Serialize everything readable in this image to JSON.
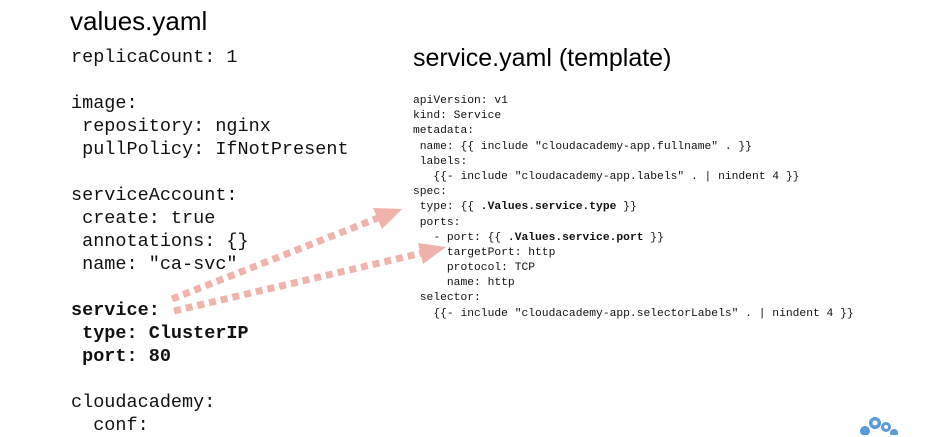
{
  "left": {
    "title": "values.yaml",
    "lines": [
      "replicaCount: 1",
      "",
      "image:",
      " repository: nginx",
      " pullPolicy: IfNotPresent",
      "",
      "serviceAccount:",
      " create: true",
      " annotations: {}",
      " name: \"ca-svc\"",
      "",
      "service:",
      " type: ClusterIP",
      " port: 80",
      "",
      "cloudacademy:",
      "  conf:"
    ]
  },
  "right": {
    "title": "service.yaml (template)",
    "lines": {
      "l1": "apiVersion: v1",
      "l2": "kind: Service",
      "l3": "metadata:",
      "l4": " name: {{ include \"cloudacademy-app.fullname\" . }}",
      "l5": " labels:",
      "l6": "   {{- include \"cloudacademy-app.labels\" . | nindent 4 }}",
      "l7": "spec:",
      "l8_pre": " type: {{ ",
      "l8_bold": ".Values.service.type",
      "l8_post": " }}",
      "l9": " ports:",
      "l10_pre": "   - port: {{ ",
      "l10_bold": ".Values.service.port",
      "l10_post": " }}",
      "l11": "     targetPort: http",
      "l12": "     protocol: TCP",
      "l13": "     name: http",
      "l14": " selector:",
      "l15": "   {{- include \"cloudacademy-app.selectorLabels\" . | nindent 4 }}"
    }
  },
  "colors": {
    "arrow": "#f0b3ac",
    "logo": "#5b9bd5"
  }
}
